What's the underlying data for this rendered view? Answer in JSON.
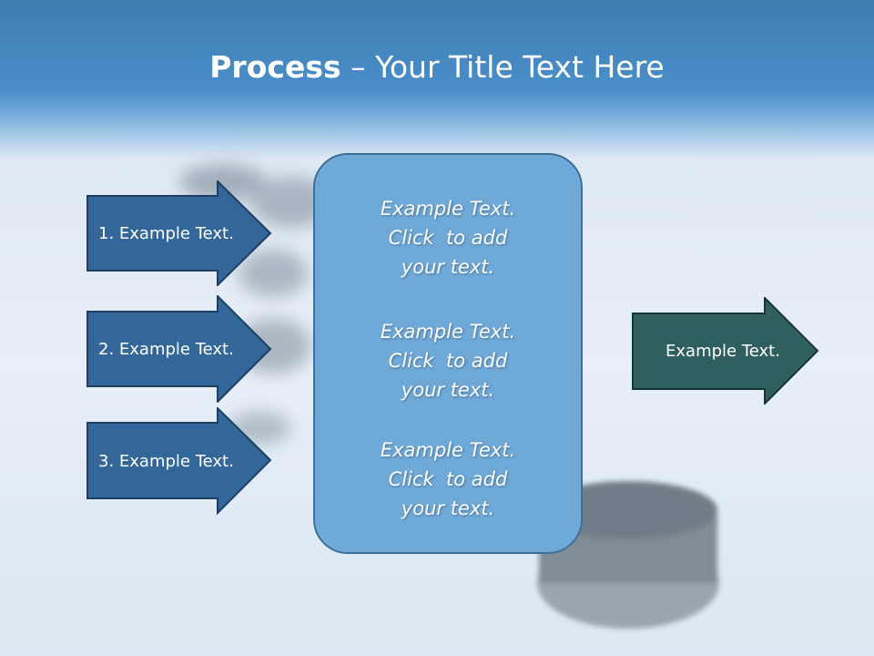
{
  "slide": {
    "title_bold": "Process",
    "title_rest": " – Your Title Text Here",
    "steps": [
      {
        "label": "1. Example Text."
      },
      {
        "label": "2. Example Text."
      },
      {
        "label": "3. Example Text."
      }
    ],
    "center_blocks": [
      {
        "line1": "Example Text.",
        "line2": "Click  to add",
        "line3": "your text."
      },
      {
        "line1": "Example Text.",
        "line2": "Click  to add",
        "line3": "your text."
      },
      {
        "line1": "Example Text.",
        "line2": "Click  to add",
        "line3": "your text."
      }
    ],
    "result": {
      "label": "Example Text."
    }
  },
  "colors": {
    "step_fill": "#336699",
    "step_border": "#1e3f62",
    "center_fill": "#6fa9d8",
    "result_fill": "#2f5f5f",
    "header_blue": "#4a8fc9"
  }
}
